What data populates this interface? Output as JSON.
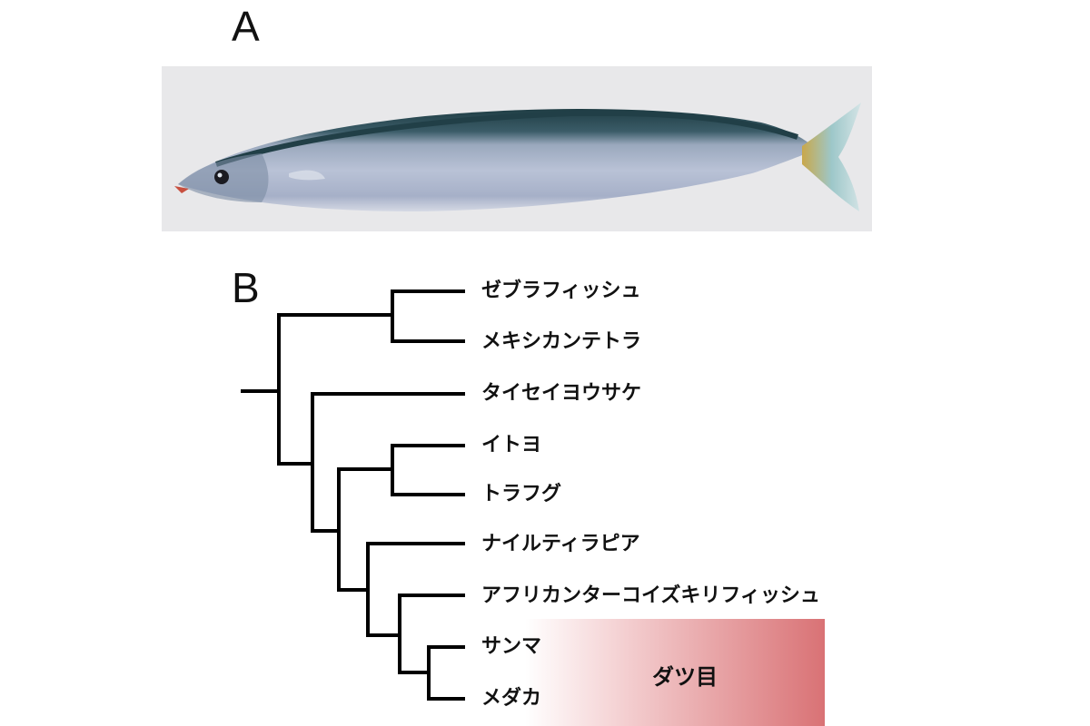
{
  "panels": {
    "a": "A",
    "b": "B"
  },
  "photo": {
    "subject": "saury-fish-photo",
    "background_color": "#e8e8ea"
  },
  "tree": {
    "line_color": "#000000",
    "taxa": [
      "ゼブラフィッシュ",
      "メキシカンテトラ",
      "タイセイヨウサケ",
      "イトヨ",
      "トラフグ",
      "ナイルティラピア",
      "アフリカンターコイズキリフィッシュ",
      "サンマ",
      "メダカ"
    ],
    "highlight_group": {
      "label": "ダツ目",
      "color": "#d97275"
    }
  }
}
